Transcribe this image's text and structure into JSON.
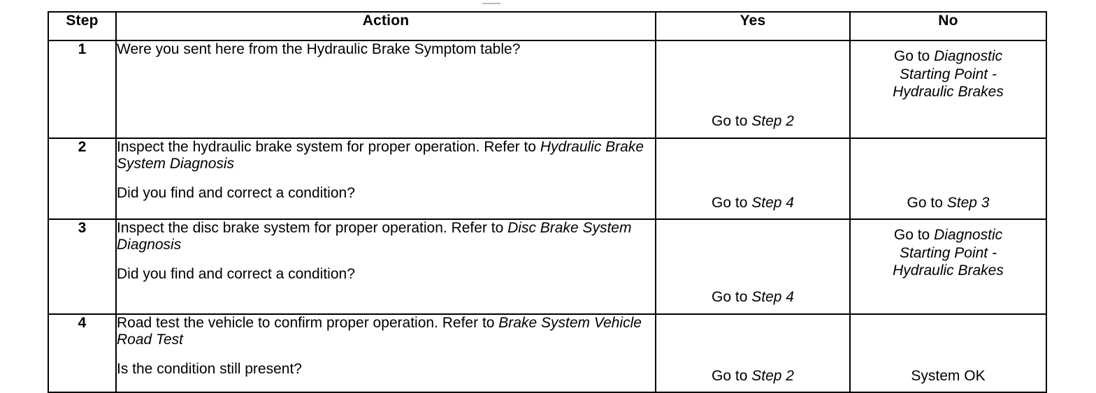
{
  "table": {
    "headers": {
      "step": "Step",
      "action": "Action",
      "yes": "Yes",
      "no": "No"
    },
    "rows": [
      {
        "step": "1",
        "action": {
          "lead_plain_1": "Were you sent here from the Hydraulic Brake Symptom table?",
          "lead_italic": "",
          "lead_plain_2": "",
          "question": ""
        },
        "yes": {
          "plain": "Go to ",
          "italic": "Step 2",
          "line2_italic": "",
          "line3_italic": ""
        },
        "no": {
          "plain": "Go to ",
          "italic": "Diagnostic",
          "line2_italic": "Starting Point -",
          "line3_italic": "Hydraulic Brakes"
        }
      },
      {
        "step": "2",
        "action": {
          "lead_plain_1": "Inspect the hydraulic brake system for proper operation. Refer to ",
          "lead_italic": "Hydraulic Brake System Diagnosis",
          "lead_plain_2": "",
          "question": "Did you find and correct a condition?"
        },
        "yes": {
          "plain": "Go to ",
          "italic": "Step 4",
          "line2_italic": "",
          "line3_italic": ""
        },
        "no": {
          "plain": "Go to ",
          "italic": "Step 3",
          "line2_italic": "",
          "line3_italic": ""
        }
      },
      {
        "step": "3",
        "action": {
          "lead_plain_1": "Inspect the disc brake system for proper operation. Refer to ",
          "lead_italic": "Disc Brake System Diagnosis",
          "lead_plain_2": "",
          "question": "Did you find and correct a condition?"
        },
        "yes": {
          "plain": "Go to ",
          "italic": "Step 4",
          "line2_italic": "",
          "line3_italic": ""
        },
        "no": {
          "plain": "Go to ",
          "italic": "Diagnostic",
          "line2_italic": "Starting Point -",
          "line3_italic": "Hydraulic Brakes"
        }
      },
      {
        "step": "4",
        "action": {
          "lead_plain_1": "Road test the vehicle to confirm proper operation. Refer to ",
          "lead_italic": "Brake System Vehicle Road Test",
          "lead_plain_2": "",
          "question": "Is the condition still present?"
        },
        "yes": {
          "plain": "Go to ",
          "italic": "Step 2",
          "line2_italic": "",
          "line3_italic": ""
        },
        "no": {
          "plain": "System OK",
          "italic": "",
          "line2_italic": "",
          "line3_italic": ""
        }
      }
    ]
  },
  "colors": {
    "ink": "#000000",
    "paper": "#ffffff",
    "border": "#000000"
  }
}
